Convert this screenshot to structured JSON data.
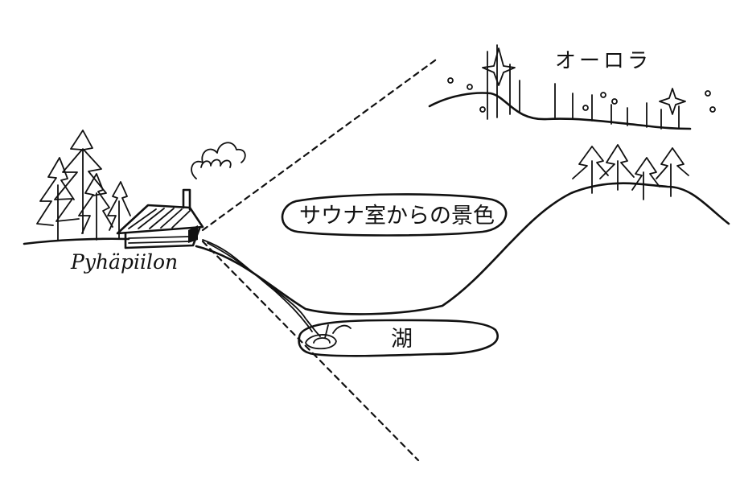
{
  "labels": {
    "sauna_view": "サウナ室からの景色",
    "aurora": "オーロラ",
    "lake": "湖",
    "place_name": "Pyhäpiilon"
  },
  "colors": {
    "ink": "#111111",
    "paper": "#ffffff"
  }
}
